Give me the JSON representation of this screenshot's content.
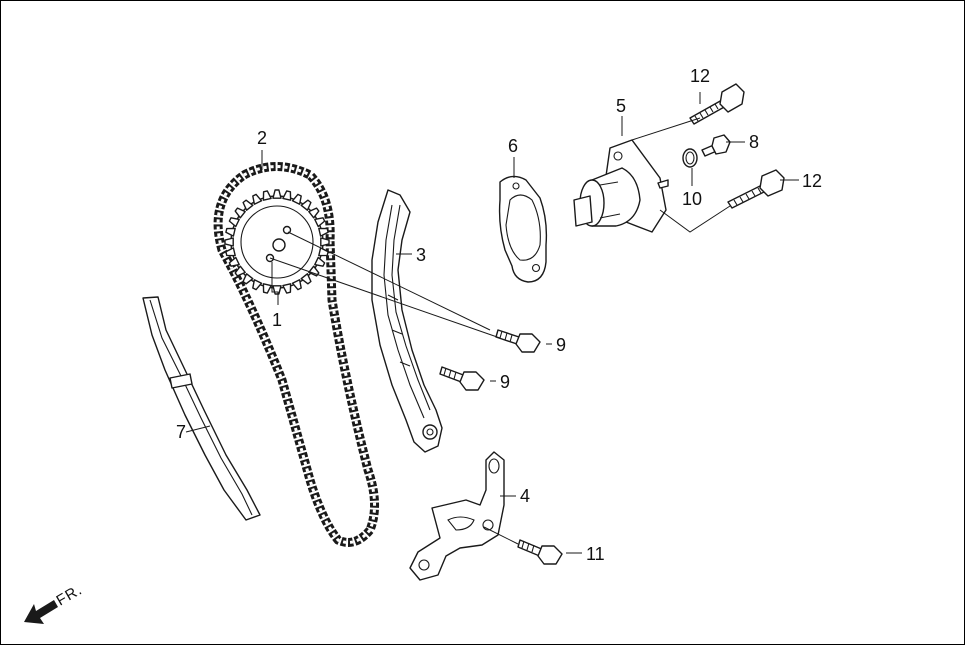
{
  "diagram": {
    "callouts": [
      {
        "id": "c1",
        "text": "1"
      },
      {
        "id": "c2",
        "text": "2"
      },
      {
        "id": "c3",
        "text": "3"
      },
      {
        "id": "c4",
        "text": "4"
      },
      {
        "id": "c5",
        "text": "5"
      },
      {
        "id": "c6",
        "text": "6"
      },
      {
        "id": "c7",
        "text": "7"
      },
      {
        "id": "c8",
        "text": "8"
      },
      {
        "id": "c9a",
        "text": "9"
      },
      {
        "id": "c9b",
        "text": "9"
      },
      {
        "id": "c10",
        "text": "10"
      },
      {
        "id": "c11",
        "text": "11"
      },
      {
        "id": "c12a",
        "text": "12"
      },
      {
        "id": "c12b",
        "text": "12"
      }
    ],
    "front_indicator": "FR."
  }
}
